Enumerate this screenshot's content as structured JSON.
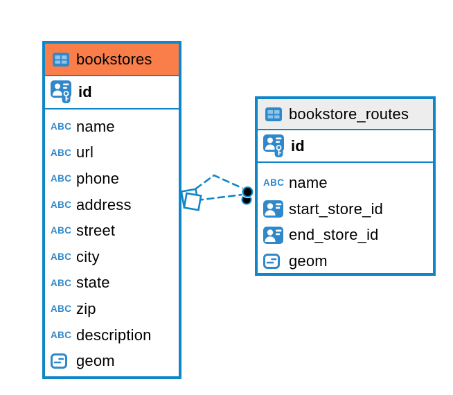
{
  "diagram": {
    "background_color": "#ffffff",
    "accent_blue": "#0e86c8",
    "icon_blue": "#2f88c9",
    "icon_light_blue": "#8ec4ea",
    "marker_black": "#000000"
  },
  "tables": [
    {
      "id": "bookstores",
      "title": "bookstores",
      "header_bg": "#f97e4a",
      "primary_key": "id",
      "columns": [
        {
          "name": "name",
          "type": "text"
        },
        {
          "name": "url",
          "type": "text"
        },
        {
          "name": "phone",
          "type": "text"
        },
        {
          "name": "address",
          "type": "text"
        },
        {
          "name": "street",
          "type": "text"
        },
        {
          "name": "city",
          "type": "text"
        },
        {
          "name": "state",
          "type": "text"
        },
        {
          "name": "zip",
          "type": "text"
        },
        {
          "name": "description",
          "type": "text"
        },
        {
          "name": "geom",
          "type": "geometry"
        }
      ]
    },
    {
      "id": "bookstore_routes",
      "title": "bookstore_routes",
      "header_bg": "#ededed",
      "primary_key": "id",
      "columns": [
        {
          "name": "name",
          "type": "text"
        },
        {
          "name": "start_store_id",
          "type": "reference"
        },
        {
          "name": "end_store_id",
          "type": "reference"
        },
        {
          "name": "geom",
          "type": "geometry"
        }
      ]
    }
  ],
  "relationships": {
    "from_table": "bookstore_routes",
    "to_table": "bookstores",
    "line_count": 2,
    "line_style": "dashed"
  },
  "icons": {
    "table": "table-icon",
    "primary_key": "primary-key-icon",
    "text": "text-type-icon",
    "reference": "reference-type-icon",
    "geometry": "geometry-type-icon"
  }
}
